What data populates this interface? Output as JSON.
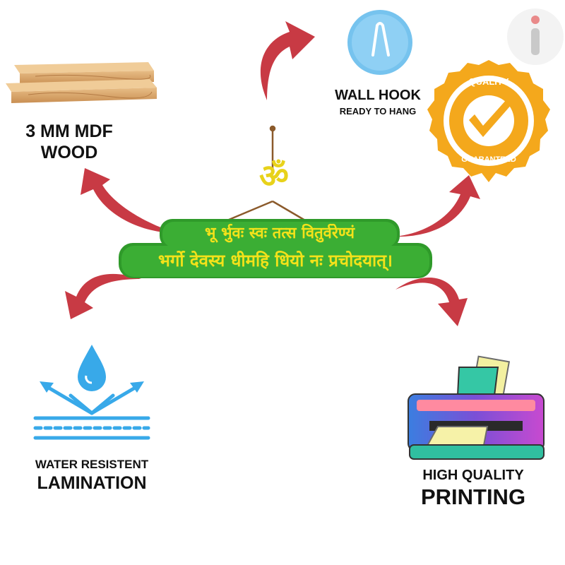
{
  "features": {
    "wood": {
      "line1": "3 MM MDF",
      "line2": "WOOD",
      "icon": "wood-planks-icon"
    },
    "hook": {
      "line1": "WALL HOOK",
      "line2": "READY TO HANG",
      "icon": "wall-hook-icon"
    },
    "quality_seal": {
      "top": "QUALITY",
      "bottom": "GUARANTEED",
      "icon": "checkmark-icon"
    },
    "lamination": {
      "line1": "WATER RESISTENT",
      "line2": "LAMINATION",
      "icon": "water-drop-icon"
    },
    "printing": {
      "line1": "HIGH QUALITY",
      "line2": "PRINTING",
      "icon": "printer-icon"
    }
  },
  "product": {
    "om_symbol": "ॐ",
    "line1": "भू र्भुवः स्वः तत्स वितुर्वरेण्यं",
    "line2": "भर्गो देवस्य धीमहि धियो नः प्रचोदयात्।"
  },
  "colors": {
    "arrow": "#c83a44",
    "product_bg": "#2f9a2a",
    "product_text": "#f3e21a",
    "seal": "#f4a81c",
    "icon_blue": "#38a9e9"
  }
}
